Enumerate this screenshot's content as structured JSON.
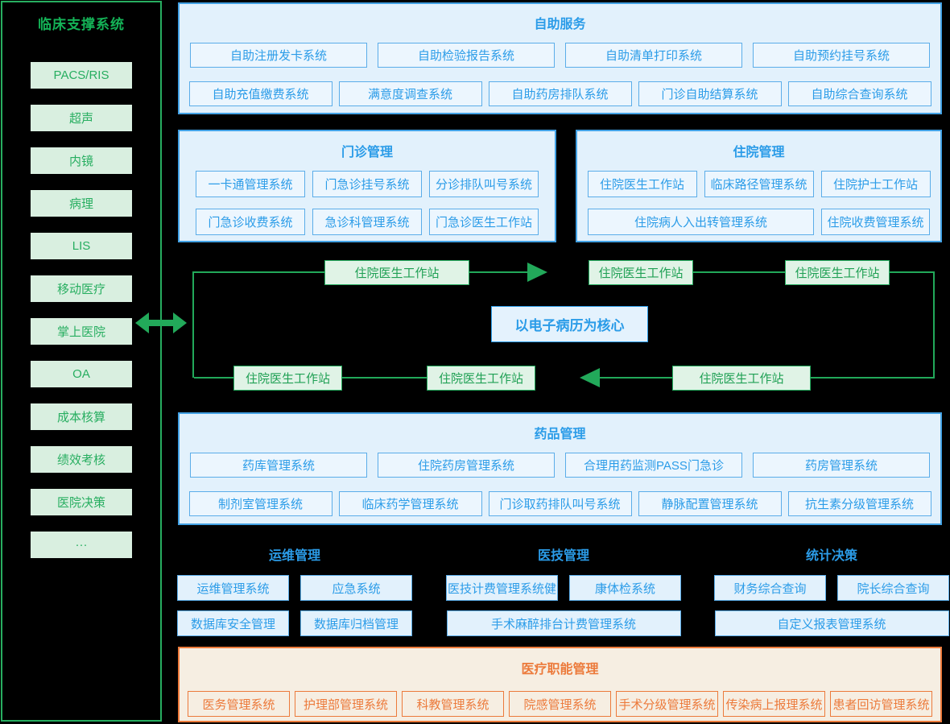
{
  "sidebar": {
    "title": "临床支撑系统",
    "items": [
      "PACS/RIS",
      "超声",
      "内镜",
      "病理",
      "LIS",
      "移动医疗",
      "掌上医院",
      "OA",
      "成本核算",
      "绩效考核",
      "医院决策",
      "···"
    ]
  },
  "self_service": {
    "title": "自助服务",
    "row1": [
      "自助注册发卡系统",
      "自助检验报告系统",
      "自助清单打印系统",
      "自助预约挂号系统"
    ],
    "row2": [
      "自助充值缴费系统",
      "满意度调查系统",
      "自助药房排队系统",
      "门诊自助结算系统",
      "自助综合查询系统"
    ]
  },
  "outpatient": {
    "title": "门诊管理",
    "row1": [
      "一卡通管理系统",
      "门急诊挂号系统",
      "分诊排队叫号系统"
    ],
    "row2": [
      "门急诊收费系统",
      "急诊科管理系统",
      "门急诊医生工作站"
    ]
  },
  "inpatient": {
    "title": "住院管理",
    "row1": [
      "住院医生工作站",
      "临床路径管理系统",
      "住院护士工作站"
    ],
    "row2": [
      "住院病人入出转管理系统",
      "住院收费管理系统"
    ]
  },
  "emr_flow": {
    "center": "以电子病历为核心",
    "stations": [
      "住院医生工作站",
      "住院医生工作站",
      "住院医生工作站",
      "住院医生工作站",
      "住院医生工作站",
      "住院医生工作站"
    ]
  },
  "pharmacy": {
    "title": "药品管理",
    "row1": [
      "药库管理系统",
      "住院药房管理系统",
      "合理用药监测PASS门急诊",
      "药房管理系统"
    ],
    "row2": [
      "制剂室管理系统",
      "临床药学管理系统",
      "门诊取药排队叫号系统",
      "静脉配置管理系统",
      "抗生素分级管理系统"
    ]
  },
  "ops": {
    "title": "运维管理",
    "row1": [
      "运维管理系统",
      "应急系统"
    ],
    "row2": [
      "数据库安全管理",
      "数据库归档管理"
    ]
  },
  "medtech": {
    "title": "医技管理",
    "row1": [
      "医技计费管理系统健",
      "康体检系统"
    ],
    "row2": [
      "手术麻醉排台计费管理系统"
    ]
  },
  "stats": {
    "title": "统计决策",
    "row1": [
      "财务综合查询",
      "院长综合查询"
    ],
    "row2": [
      "自定义报表管理系统"
    ]
  },
  "admin": {
    "title": "医疗职能管理",
    "row": [
      "医务管理系统",
      "护理部管理系统",
      "科教管理系统",
      "院感管理系统",
      "手术分级管理系统",
      "传染病上报理系统",
      "患者回访管理系统"
    ]
  },
  "colors": {
    "green_accent": "#27ae60",
    "green_bright": "#14b357",
    "blue_accent": "#2b9ce8",
    "orange_accent": "#ec7a3b",
    "line_green": "#22a95a"
  }
}
